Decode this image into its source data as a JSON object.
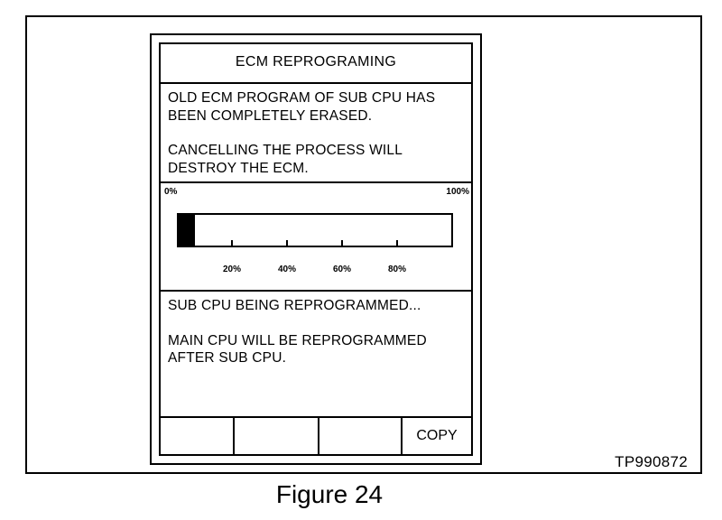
{
  "window": {
    "title": "ECM REPROGRAMING"
  },
  "message": {
    "line1": "OLD ECM PROGRAM OF SUB CPU HAS BEEN COMPLETELY ERASED.",
    "line2": "CANCELLING THE PROCESS WILL DESTROY THE ECM."
  },
  "progress": {
    "min_label": "0%",
    "max_label": "100%",
    "value_percent": 6,
    "ticks": [
      "20%",
      "40%",
      "60%",
      "80%"
    ],
    "fill_color": "#000000"
  },
  "status": {
    "line1": "SUB CPU BEING REPROGRAMMED...",
    "line2": "MAIN CPU WILL BE REPROGRAMMED AFTER SUB CPU."
  },
  "softkeys": [
    "",
    "",
    "",
    "COPY"
  ],
  "figure": {
    "id": "TP990872",
    "caption": "Figure 24"
  }
}
